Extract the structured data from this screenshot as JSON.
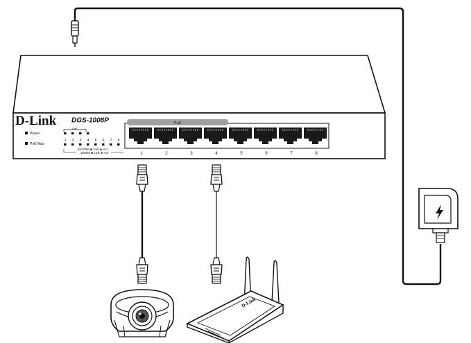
{
  "switch": {
    "brand": "D-Link",
    "model": "DGS-1008P",
    "poe_group_label": "PoE",
    "led_poe_label": "PoE",
    "power_label": "Power",
    "poe_max_label": "PoE Max.",
    "port_numbers": [
      "1",
      "2",
      "3",
      "4",
      "5",
      "6",
      "7",
      "8"
    ],
    "speed_line_1": "10/100M ■ Link ◈ Act",
    "speed_line_2": "1000M ■ Link ◈ Act"
  },
  "router": {
    "brand": "D-Link"
  },
  "icons": {
    "adapter": "lightning-icon"
  },
  "colors": {
    "line": "#111111",
    "poe_band": "#a0a0a0",
    "port": "#1a1a1a",
    "background": "#ffffff"
  }
}
